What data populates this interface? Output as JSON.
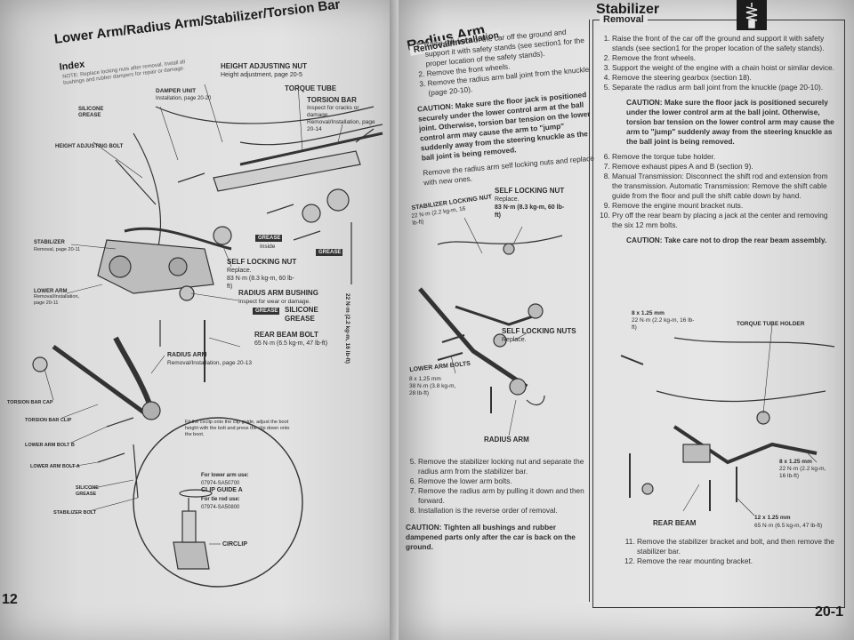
{
  "left_page": {
    "title": "Lower Arm/Radius Arm/Stabilizer/Torsion Bar",
    "subtitle": "Index",
    "index_note": "NOTE: Replace locking nuts after removal. Install all bushings and rubber dampers for repair or damage.",
    "page_number": "12",
    "callouts": {
      "height_adjusting_nut": "HEIGHT ADJUSTING NUT",
      "height_adjusting_nut_sub": "Height adjustment, page 20-5",
      "torque_tube": "TORQUE TUBE",
      "torsion_bar": "TORSION BAR",
      "torsion_bar_sub": "Inspect for cracks or damage. Removal/Installation, page 20-14",
      "damper_unit": "DAMPER UNIT",
      "damper_unit_sub": "Installation, page 20-20",
      "silicone_grease_top": "SILICONE GREASE",
      "height_adjusting_bolt": "HEIGHT ADJUSTING BOLT",
      "stabilizer": "STABILIZER",
      "stabilizer_sub": "Removal, page 20-11",
      "grease_label": "GREASE",
      "inside": "Inside",
      "self_locking_nut": "SELF LOCKING NUT",
      "self_locking_nut_replace": "Replace.",
      "self_locking_nut_torque": "83 N·m (8.3 kg-m, 60 lb-ft)",
      "lower_arm": "LOWER ARM",
      "lower_arm_sub": "Removal/Installation, page 20-11",
      "radius_arm_bushing": "RADIUS ARM BUSHING",
      "radius_arm_bushing_sub": "Inspect for wear or damage.",
      "silicone_grease": "SILICONE GREASE",
      "rear_beam_bolt": "REAR BEAM BOLT",
      "rear_beam_bolt_torque": "65 N·m (6.5 kg-m, 47 lb-ft)",
      "radius_arm": "RADIUS ARM",
      "radius_arm_sub": "Removal/Installation, page 20-13",
      "torque_22": "22 N·m (2.2 kg-m, 16 lb-ft)",
      "torsion_bar_cap": "TORSION BAR CAP",
      "torsion_bar_clip": "TORSION BAR CLIP",
      "lower_arm_bolt_b": "LOWER ARM BOLT B",
      "lower_arm_bolt_a": "LOWER ARM BOLT A",
      "silicone_grease_bottom": "SILICONE GREASE",
      "stabilizer_bolt": "STABILIZER BOLT",
      "circlip_note": "Fit the circlip onto the clip guide, adjust the boot height with the bolt and press the clip down onto the boot.",
      "for_lower_arm_use": "For lower arm use:",
      "tool_1": "07974-SA50700",
      "clip_guide_a": "CLIP GUIDE A",
      "for_tie_rod_use": "For tie rod use:",
      "tool_2": "07974-SA50800",
      "circlip": "CIRCLIP"
    }
  },
  "middle_column": {
    "title": "Radius Arm",
    "section": "Removal/Installation",
    "steps": [
      "Raise the front of the car off the ground and support it with safety stands (see section1 for the proper location of the safety stands).",
      "Remove the front wheels.",
      "Remove the radius arm ball joint from the knuckle (page 20-10)."
    ],
    "caution_1": "CAUTION: Make sure the floor jack is positioned securely under the lower control arm at the ball joint. Otherwise, torsion bar tension on the lower control arm may cause the arm to \"jump\" suddenly away from the steering knuckle as the ball joint is being removed.",
    "step_4": "Remove the radius arm self locking nuts and replace with new ones.",
    "labels": {
      "stabilizer_locking_nut": "STABILIZER LOCKING NUT",
      "stabilizer_locking_nut_torque": "22 N·m (2.2 kg-m, 16 lb-ft)",
      "self_locking_nut": "SELF LOCKING NUT",
      "self_locking_nut_replace": "Replace.",
      "self_locking_nut_torque": "83 N·m (8.3 kg-m, 60 lb-ft)",
      "self_locking_nuts": "SELF LOCKING NUTS",
      "self_locking_nuts_replace": "Replace.",
      "lower_arm_bolts": "LOWER ARM BOLTS",
      "lower_arm_bolts_size": "8 x 1.25 mm",
      "lower_arm_bolts_torque": "38 N·m (3.8 kg-m, 28 lb-ft)",
      "radius_arm": "RADIUS ARM"
    },
    "bottom_steps": [
      "Remove the stabilizer locking nut and separate the radius arm from the stabilizer bar.",
      "Remove the lower arm bolts.",
      "Remove the radius arm by pulling it down and then forward.",
      "Installation is the reverse order of removal."
    ],
    "caution_2": "CAUTION: Tighten all bushings and rubber dampened parts only after the car is back on the ground."
  },
  "right_column": {
    "title": "Stabilizer",
    "section": "Removal",
    "steps": [
      "Raise the front of the car off the ground and support it with safety stands (see section1 for the proper location of the safety stands).",
      "Remove the front wheels.",
      "Support the weight of the engine with a chain hoist or similar device.",
      "Remove the steering gearbox (section 18).",
      "Separate the radius arm ball joint from the knuckle (page 20-10)."
    ],
    "caution_1": "CAUTION: Make sure the floor jack is positioned securely under the lower control arm at the ball joint. Otherwise, torsion bar tension on the lower control arm may cause the arm to \"jump\" suddenly away from the steering knuckle as the ball joint is being removed.",
    "steps_2": [
      "Remove the torque tube holder.",
      "Remove exhaust pipes A and B (section 9).",
      "Manual Transmission: Disconnect the shift rod and extension from the transmission. Automatic Transmission: Remove the shift cable guide from the floor and pull the shift cable down by hand.",
      "Remove the engine mount bracket nuts.",
      "Pry off the rear beam by placing a jack at the center and removing the six 12 mm bolts."
    ],
    "caution_2": "CAUTION: Take care not to drop the rear beam assembly.",
    "labels": {
      "bolt_size_top": "8 x 1.25 mm",
      "bolt_torque_top": "22 N·m (2.2 kg-m, 16 lb-ft)",
      "torque_tube_holder": "TORQUE TUBE HOLDER",
      "bolt_size_right": "8 x 1.25 mm",
      "bolt_torque_right": "22 N·m (2.2 kg-m, 16 lb-ft)",
      "rear_beam": "REAR BEAM",
      "rear_beam_size": "12 x 1.25 mm",
      "rear_beam_torque": "65 N·m (6.5 kg-m, 47 lb-ft)"
    },
    "steps_3": [
      "Remove the stabilizer bracket and bolt, and then remove the stabilizer bar.",
      "Remove the rear mounting bracket."
    ],
    "page_number": "20-1"
  },
  "colors": {
    "ink": "#222222",
    "paper": "#e0e0e0",
    "background": "#6f6c6a"
  },
  "icons": [
    "shock-absorber-icon"
  ]
}
